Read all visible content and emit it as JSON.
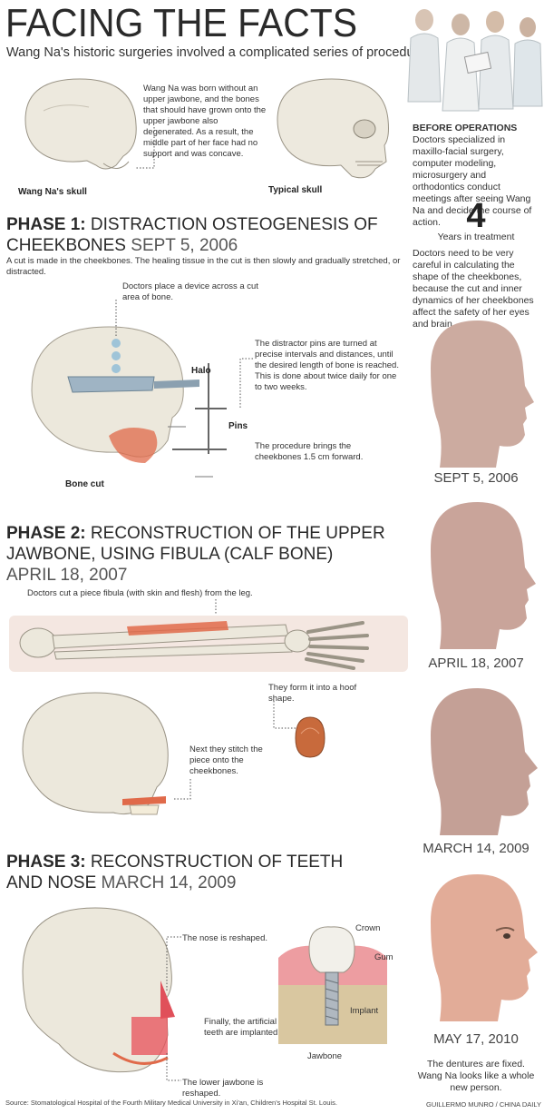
{
  "header": {
    "title": "FACING THE FACTS",
    "subtitle": "Wang Na's historic surgeries involved a complicated series of procedures."
  },
  "intro": {
    "note": "Wang Na was born without an upper jawbone, and the bones that should have grown onto the upper jawbone also degenerated. As a result, the middle part of her face had no support and was concave.",
    "skull_left_label": "Wang Na's skull",
    "skull_right_label": "Typical skull"
  },
  "sidebar": {
    "before_heading": "BEFORE OPERATIONS",
    "before_text": "Doctors specialized in maxillo-facial surgery, computer modeling, microsurgery and orthodontics conduct meetings after seeing Wang Na and decide the course of action.",
    "stat_value": "4",
    "stat_label": "Years in treatment",
    "caution_text": "Doctors need to be very careful in calculating the shape of the cheekbones, because the cut and inner dynamics of her cheekbones affect the safety of her eyes and brain.",
    "dates": [
      "SEPT 5, 2006",
      "APRIL 18, 2007",
      "MARCH 14, 2009",
      "MAY 17, 2010"
    ],
    "final_text": "The dentures are fixed. Wang Na looks like a whole new person."
  },
  "phase1": {
    "label": "PHASE 1:",
    "title": "DISTRACTION OSTEOGENESIS OF CHEEKBONES",
    "date": "SEPT 5, 2006",
    "intro": "A cut is made in the cheekbones. The healing tissue in the cut is then slowly and gradually stretched, or distracted.",
    "note_device": "Doctors place a device across a cut area of bone.",
    "note_pins": "The distractor pins are turned at precise intervals and distances, until the desired length of bone is reached. This is done about twice daily for one to two weeks.",
    "note_forward": "The procedure brings the cheekbones 1.5 cm forward.",
    "label_halo": "Halo",
    "label_pins": "Pins",
    "label_bonecut": "Bone cut"
  },
  "phase2": {
    "label": "PHASE 2:",
    "title_line1": "RECONSTRUCTION OF THE UPPER",
    "title_line2": "JAWBONE, USING FIBULA (CALF BONE)",
    "date": "APRIL 18, 2007",
    "note_cut": "Doctors cut a piece fibula (with skin and flesh) from the leg.",
    "note_hoof": "They form it into a hoof shape.",
    "note_stitch": "Next they stitch the piece onto the cheekbones."
  },
  "phase3": {
    "label": "PHASE 3:",
    "title_line1": "RECONSTRUCTION OF TEETH",
    "title_line2": "AND NOSE",
    "date": "MARCH 14, 2009",
    "note_nose": "The nose is reshaped.",
    "note_teeth": "Finally, the artificial teeth are implanted.",
    "note_jaw": "The lower jawbone is reshaped.",
    "label_crown": "Crown",
    "label_gum": "Gum",
    "label_implant": "Implant",
    "label_jawbone": "Jawbone"
  },
  "footer": {
    "source": "Source: Stomatological Hospital of the Fourth Military Medical University in Xi'an, Children's Hospital St. Louis.",
    "credit": "GUILLERMO MUNRO / CHINA DAILY"
  },
  "colors": {
    "skin": "#c9a49a",
    "bone": "#ece8dc",
    "accent": "#e06a4a",
    "gum": "#e8848a",
    "metal": "#9fb4c4"
  }
}
